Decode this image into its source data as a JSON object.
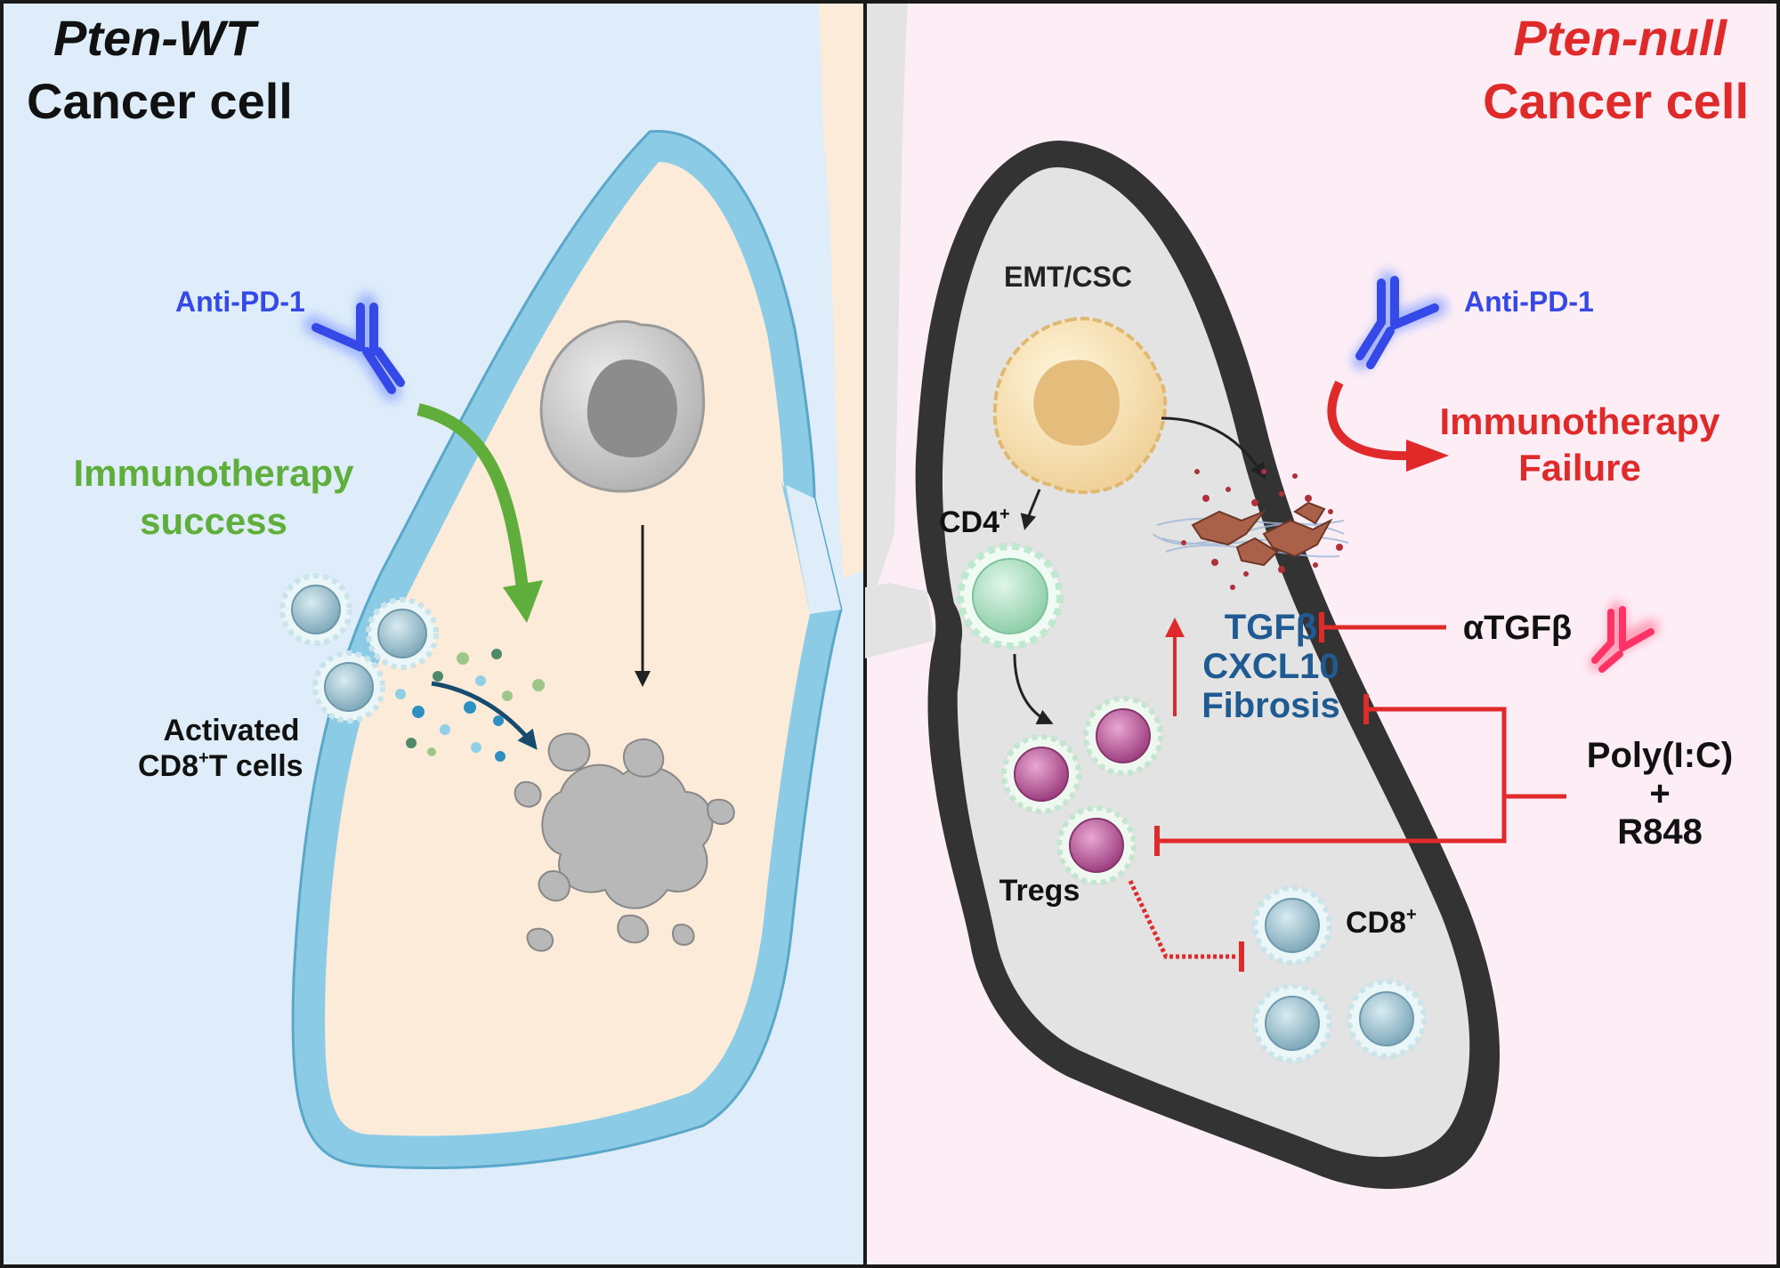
{
  "left_panel": {
    "title_line1": "Pten-WT",
    "title_line2": "Cancer cell",
    "antibody_label": "Anti-PD-1",
    "outcome_line1": "Immunotherapy",
    "outcome_line2": "success",
    "tcell_label_line1": "Activated",
    "tcell_label_line2": "CD8",
    "tcell_label_sup": "+",
    "tcell_label_end": "T cells"
  },
  "right_panel": {
    "title_line1": "Pten-null",
    "title_line2": "Cancer cell",
    "emt_label": "EMT/CSC",
    "antibody_label": "Anti-PD-1",
    "outcome_line1": "Immunotherapy",
    "outcome_line2": "Failure",
    "cd4_label": "CD4",
    "cd4_sup": "+",
    "factor1": "TGFβ",
    "factor2": "CXCL10",
    "factor3": "Fibrosis",
    "tgf_inhibitor": "αTGFβ",
    "agonist_line1": "Poly(I:C)",
    "agonist_line2": "+",
    "agonist_line3": "R848",
    "treg_label": "Tregs",
    "cd8_label": "CD8",
    "cd8_sup": "+"
  },
  "colors": {
    "left_bg": "#deedf9",
    "right_bg": "#fdeef6",
    "left_lung_fill": "#fdebd9",
    "left_lung_outline": "#8ccbe6",
    "right_lung_fill": "#e3e3e3",
    "right_lung_outline": "#333333",
    "antibody_blue": "#3548e8",
    "success_green": "#5fae3b",
    "failure_red": "#e02a2a",
    "factor_blue": "#1f5a92",
    "inhibitor_pink": "#ff3366"
  }
}
